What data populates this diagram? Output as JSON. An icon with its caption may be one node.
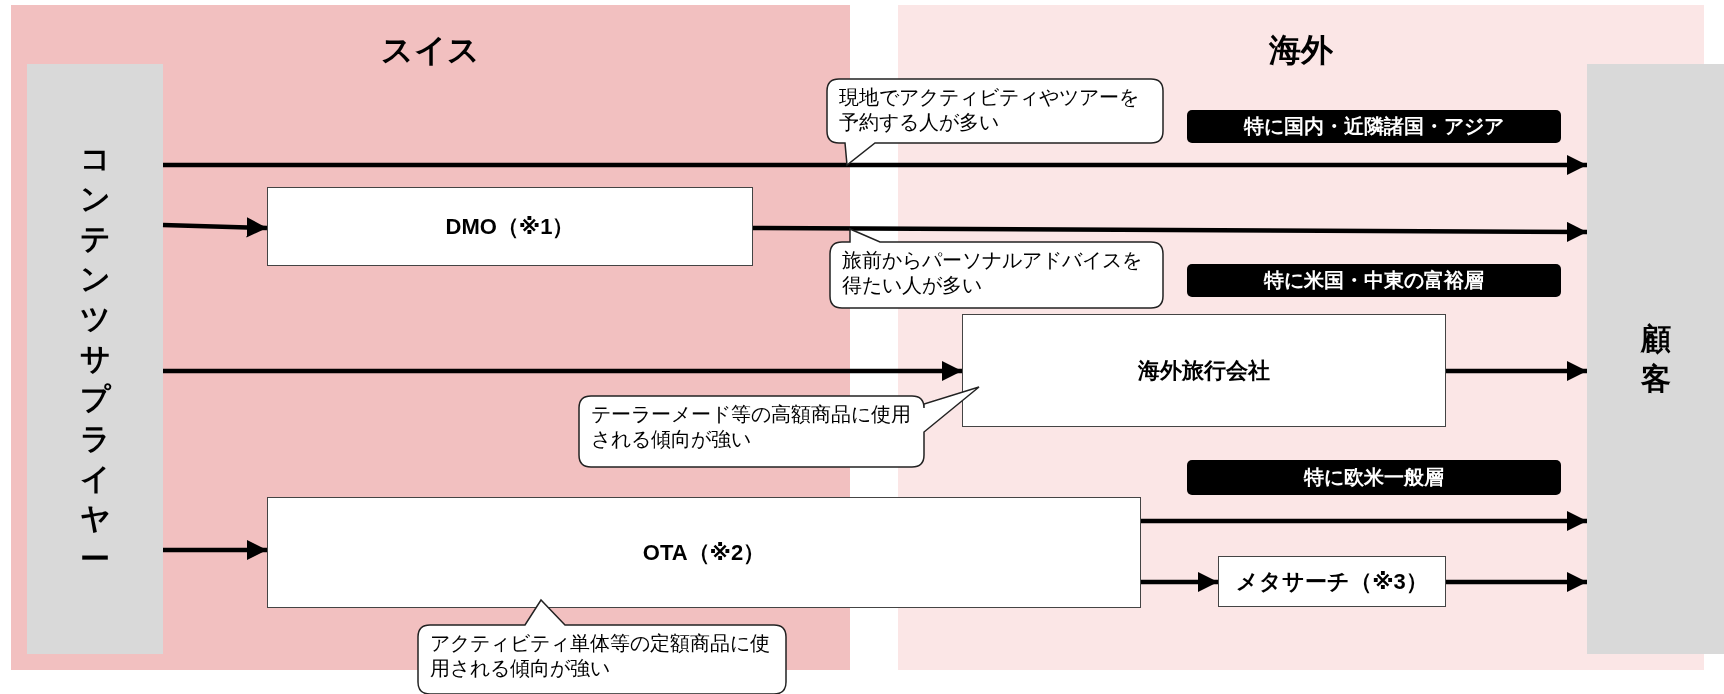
{
  "diagram": {
    "nodes": [
      {
        "text": [
          "スイス"
        ]
      },
      {
        "text": [
          "海外"
        ]
      },
      {
        "text": [
          "コンテンツサプライヤー"
        ],
        "in": 0
      },
      {
        "text": [
          "顧客"
        ]
      },
      {
        "text": [
          "現地でアクティビティやツアーを予約する人が多い"
        ]
      },
      {
        "text": [
          "特に国内・近隣諸国・アジア"
        ],
        "in": 1
      },
      {
        "text": [
          "DMO（※1）"
        ],
        "in": 0
      },
      {
        "text": [
          "旅前からパーソナルアドバイスを得たい人が多い"
        ]
      },
      {
        "text": [
          "特に米国・中東の富裕層"
        ],
        "in": 1
      },
      {
        "text": [
          "海外旅行会社"
        ],
        "in": 1
      },
      {
        "text": [
          "テーラーメード等の高額商品に使用される傾向が強い"
        ]
      },
      {
        "text": [
          "特に欧米一般層"
        ],
        "in": 1
      },
      {
        "text": [
          "OTA（※2）"
        ]
      },
      {
        "text": [
          "メタサーチ（※3）"
        ],
        "in": 1
      },
      {
        "text": [
          "アクティビティ単体等の定額商品に使用される傾向が強い"
        ]
      }
    ],
    "edges": [
      {
        "from": 2,
        "to": 3,
        "arrow": "to"
      },
      {
        "from": 2,
        "to": 6,
        "arrow": "to"
      },
      {
        "from": 6,
        "to": 3,
        "arrow": "to"
      },
      {
        "from": 2,
        "to": 9,
        "arrow": "to"
      },
      {
        "from": 9,
        "to": 3,
        "arrow": "to"
      },
      {
        "from": 2,
        "to": 12,
        "arrow": "to"
      },
      {
        "from": 12,
        "to": 3,
        "arrow": "to"
      },
      {
        "from": 12,
        "to": 13,
        "arrow": "to"
      },
      {
        "from": 13,
        "to": 3,
        "arrow": "to"
      }
    ]
  }
}
